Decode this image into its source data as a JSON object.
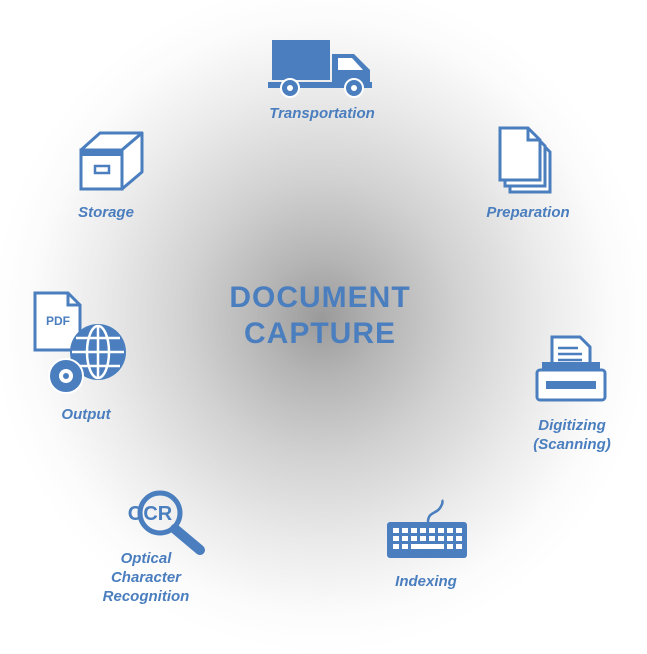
{
  "diagram": {
    "title_lines": [
      "DOCUMENT",
      "CAPTURE"
    ],
    "accent_color": "#4a7ebe",
    "steps": [
      {
        "id": "transportation",
        "icon": "truck-icon",
        "label": "Transportation"
      },
      {
        "id": "preparation",
        "icon": "documents-stack-icon",
        "label": "Preparation"
      },
      {
        "id": "digitizing",
        "icon": "printer-scanner-icon",
        "label_lines": [
          "Digitizing",
          "(Scanning)"
        ]
      },
      {
        "id": "indexing",
        "icon": "keyboard-icon",
        "label": "Indexing"
      },
      {
        "id": "ocr",
        "icon": "ocr-magnifier-icon",
        "icon_text": "OCR",
        "label_lines": [
          "Optical",
          "Character",
          "Recognition"
        ]
      },
      {
        "id": "output",
        "icon": "pdf-globe-disc-icon",
        "icon_text": "PDF",
        "label": "Output"
      },
      {
        "id": "storage",
        "icon": "storage-box-icon",
        "label": "Storage"
      }
    ]
  }
}
